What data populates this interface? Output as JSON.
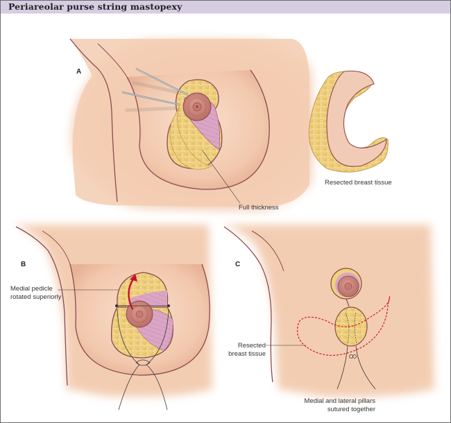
{
  "figure": {
    "title": "Periareolar purse string mastopexy",
    "colors": {
      "header_bg": "#d6cde3",
      "skin": "#f3cdb2",
      "skin_outline": "#8a4a4f",
      "fat": "#f0d27a",
      "muscle": "#d9a3c2",
      "areola": "#c98276",
      "arrow": "#c8102e",
      "dashed_outline": "#d11a22"
    }
  },
  "panels": {
    "a": {
      "letter": "A",
      "labels": {
        "full_thickness": "Full thickness",
        "resected": "Resected breast tissue"
      }
    },
    "b": {
      "letter": "B",
      "labels": {
        "medial_pedicle_line1": "Medial pedicle",
        "medial_pedicle_line2": "rotated superiorly"
      }
    },
    "c": {
      "letter": "C",
      "labels": {
        "resected_line1": "Resected",
        "resected_line2": "breast tissue",
        "pillars_line1": "Medial and lateral pillars",
        "pillars_line2": "sutured together"
      }
    }
  }
}
